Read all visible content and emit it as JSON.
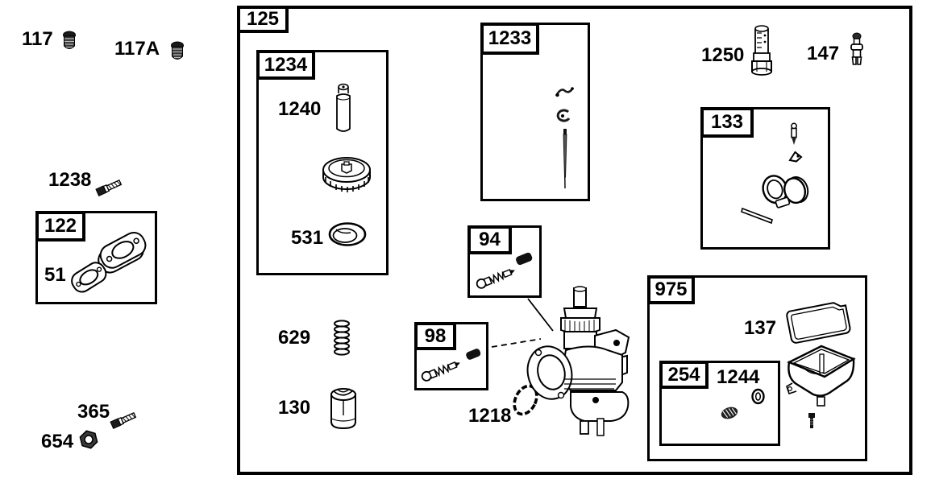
{
  "diagram": {
    "background": "#ffffff",
    "line_color": "#000000",
    "groups": {
      "g125": {
        "label": "125"
      },
      "g1234": {
        "label": "1234"
      },
      "g1233": {
        "label": "1233"
      },
      "g122": {
        "label": "122"
      },
      "g133": {
        "label": "133"
      },
      "g94": {
        "label": "94"
      },
      "g98": {
        "label": "98"
      },
      "g975": {
        "label": "975"
      },
      "g254": {
        "label": "254"
      }
    },
    "parts": {
      "p117": {
        "label": "117",
        "icon": "screw-icon"
      },
      "p117a": {
        "label": "117A",
        "icon": "screw-icon"
      },
      "p1238": {
        "label": "1238",
        "icon": "bolt-icon"
      },
      "p51": {
        "label": "51",
        "icon": "gasket-icon"
      },
      "p365": {
        "label": "365",
        "icon": "bolt-icon"
      },
      "p654": {
        "label": "654",
        "icon": "nut-icon"
      },
      "p1240": {
        "label": "1240",
        "icon": "plunger-icon"
      },
      "p531": {
        "label": "531",
        "icon": "o-ring-icon"
      },
      "p1250": {
        "label": "1250",
        "icon": "main-jet-icon"
      },
      "p147": {
        "label": "147",
        "icon": "needle-valve-icon"
      },
      "p629": {
        "label": "629",
        "icon": "spring-icon"
      },
      "p130": {
        "label": "130",
        "icon": "throttle-slide-icon"
      },
      "p1218": {
        "label": "1218",
        "icon": "o-ring-icon"
      },
      "p137": {
        "label": "137",
        "icon": "bowl-gasket-icon"
      },
      "p1244": {
        "label": "1244",
        "icon": "seal-ring-icon"
      }
    }
  }
}
